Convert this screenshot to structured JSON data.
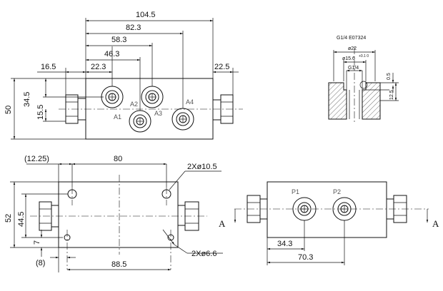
{
  "top_view": {
    "dims": {
      "overall_104_5": "104.5",
      "d82_3": "82.3",
      "d58_3": "58.3",
      "d46_3": "46.3",
      "d22_3": "22.3",
      "d16_5": "16.5",
      "d22_5": "22.5",
      "d50": "50",
      "d34_5": "34.5",
      "d15_5": "15.5"
    },
    "ports": [
      "A1",
      "A2",
      "A3",
      "A4"
    ]
  },
  "port_detail": {
    "title": "G1/4 E07324",
    "dia22": "ø22",
    "dia15_6": "ø15.6",
    "dia15_6_tol": "+0.1 0",
    "thread": "G1/4",
    "d0_5": "0.5",
    "d12_5": "12.5"
  },
  "front_view": {
    "dims": {
      "d12_25": "(12.25)",
      "d80": "80",
      "holes_10_5": "2Xø10.5",
      "d52": "52",
      "d44_5": "44.5",
      "d7": "7",
      "d8": "(8)",
      "d88_5": "88.5",
      "holes_6_6": "2Xø6.6"
    }
  },
  "side_view": {
    "ports": [
      "P1",
      "P2"
    ],
    "section": "A",
    "dims": {
      "d34_3": "34.3",
      "d70_3": "70.3"
    }
  }
}
